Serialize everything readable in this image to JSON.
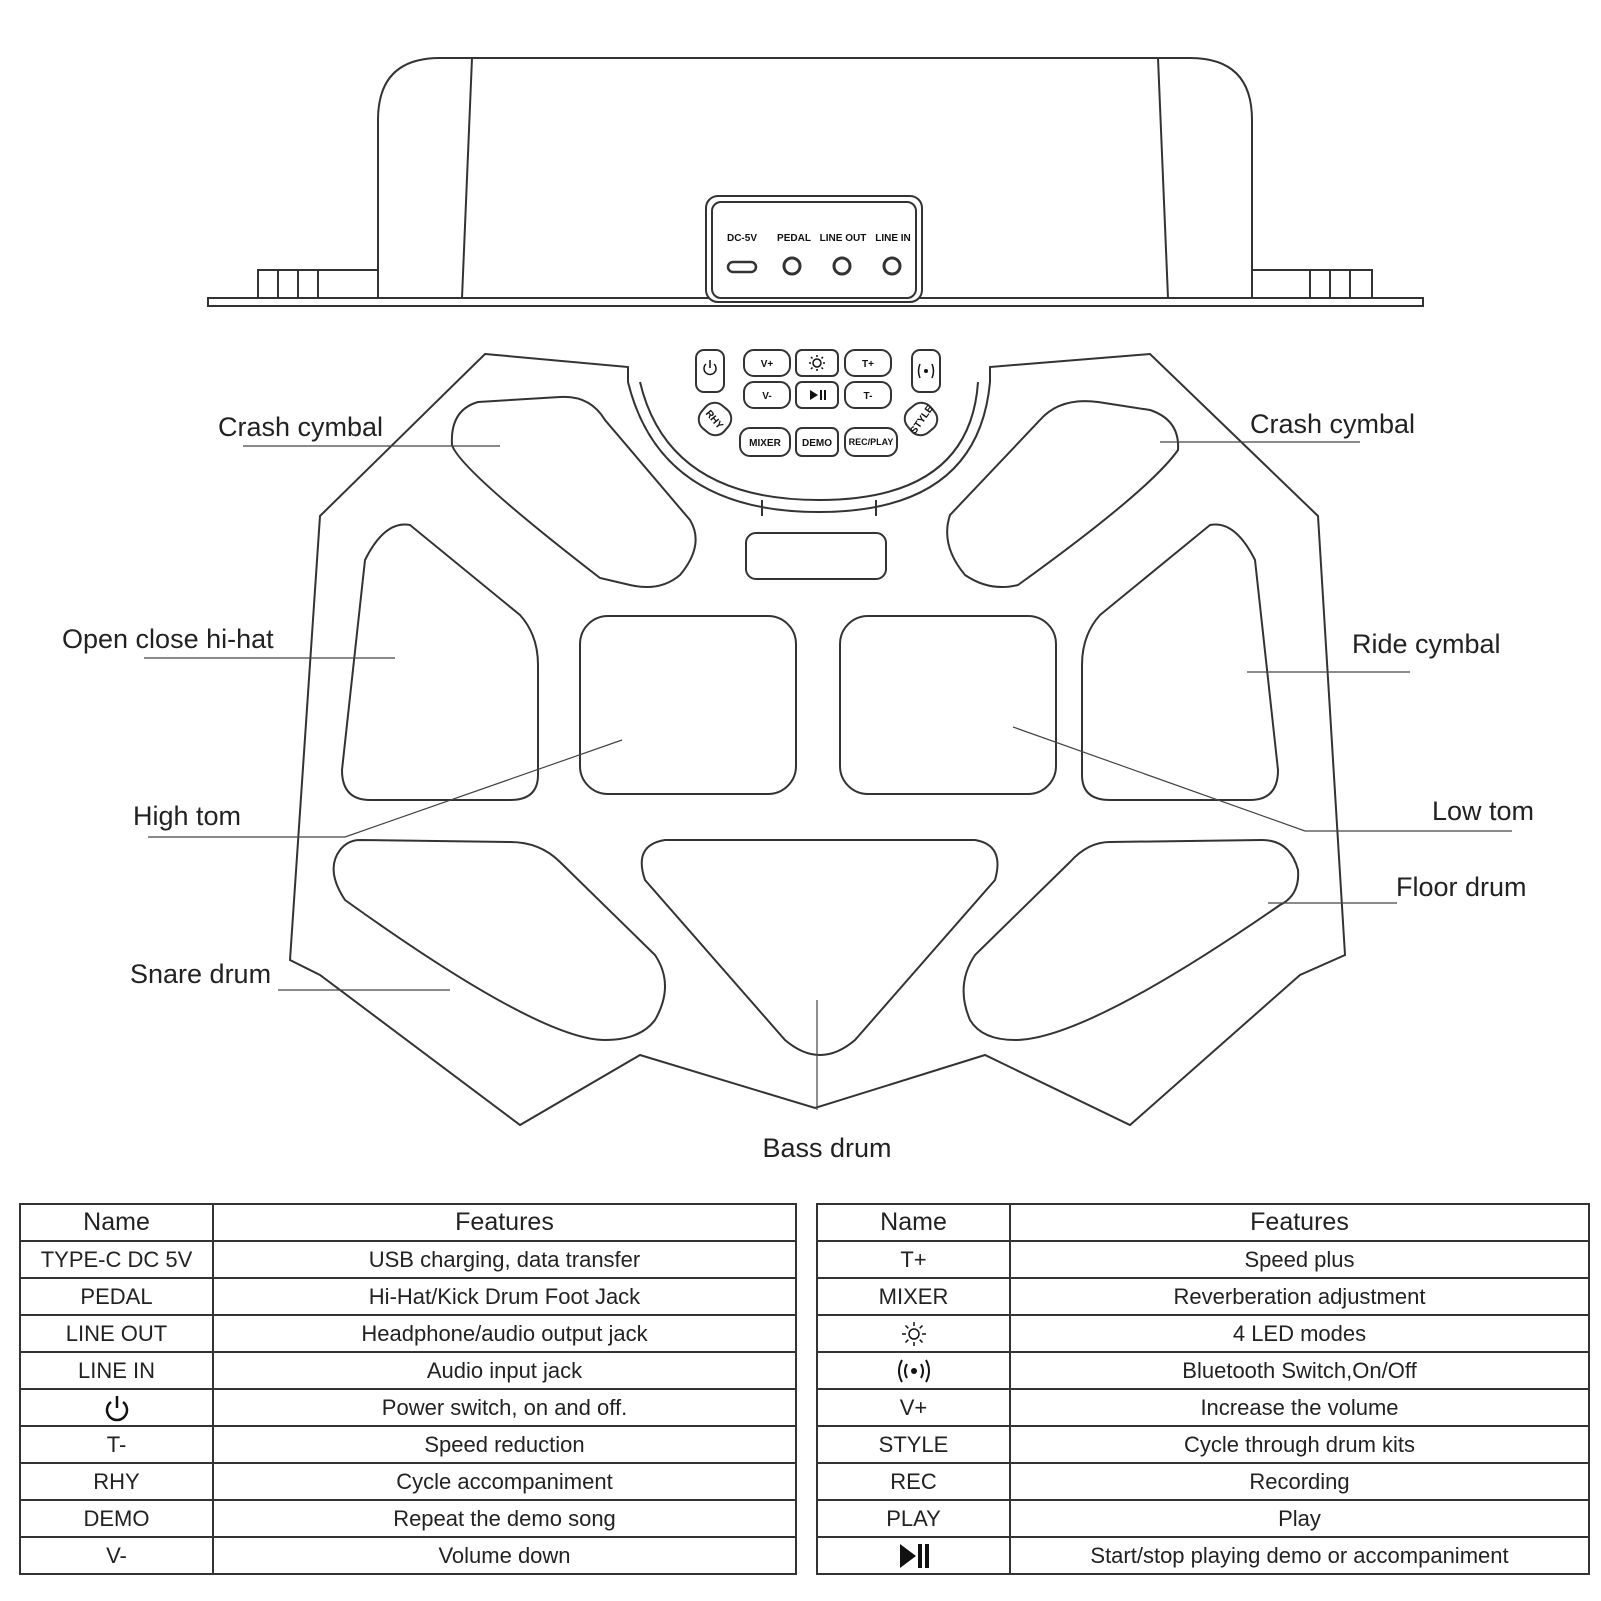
{
  "device": {
    "ports": [
      "DC-5V",
      "PEDAL",
      "LINE OUT",
      "LINE IN"
    ],
    "buttons": {
      "v_plus": "V+",
      "v_minus": "V-",
      "t_plus": "T+",
      "t_minus": "T-",
      "rhy": "RHY",
      "style": "STYLE",
      "mixer": "MIXER",
      "demo": "DEMO",
      "rec_play": "REC/PLAY"
    }
  },
  "labels": {
    "crash_left": "Crash cymbal",
    "crash_right": "Crash cymbal",
    "hihat": "Open close hi-hat",
    "ride": "Ride cymbal",
    "high_tom": "High tom",
    "low_tom": "Low tom",
    "floor": "Floor drum",
    "snare": "Snare drum",
    "bass": "Bass drum"
  },
  "table_left": {
    "headers": [
      "Name",
      "Features"
    ],
    "rows": [
      {
        "name": "TYPE-C DC 5V",
        "feature": "USB charging, data transfer"
      },
      {
        "name": "PEDAL",
        "feature": "Hi-Hat/Kick Drum Foot Jack"
      },
      {
        "name": "LINE OUT",
        "feature": "Headphone/audio output jack"
      },
      {
        "name": "LINE IN",
        "feature": "Audio input jack"
      },
      {
        "name": "",
        "icon": "power-icon",
        "feature": "Power switch, on and off."
      },
      {
        "name": "T-",
        "feature": "Speed reduction"
      },
      {
        "name": "RHY",
        "feature": "Cycle accompaniment"
      },
      {
        "name": "DEMO",
        "feature": "Repeat the demo song"
      },
      {
        "name": "V-",
        "feature": "Volume down"
      }
    ]
  },
  "table_right": {
    "headers": [
      "Name",
      "Features"
    ],
    "rows": [
      {
        "name": "T+",
        "feature": "Speed plus"
      },
      {
        "name": "MIXER",
        "feature": "Reverberation adjustment"
      },
      {
        "name": "",
        "icon": "led-sun-icon",
        "feature": "4 LED modes"
      },
      {
        "name": "",
        "icon": "bluetooth-signal-icon",
        "feature": "Bluetooth Switch,On/Off"
      },
      {
        "name": "V+",
        "feature": "Increase the volume"
      },
      {
        "name": "STYLE",
        "feature": "Cycle through drum kits"
      },
      {
        "name": "REC",
        "feature": "Recording"
      },
      {
        "name": "PLAY",
        "feature": "Play"
      },
      {
        "name": "",
        "icon": "play-pause-icon",
        "feature": "Start/stop playing demo or accompaniment"
      }
    ]
  }
}
